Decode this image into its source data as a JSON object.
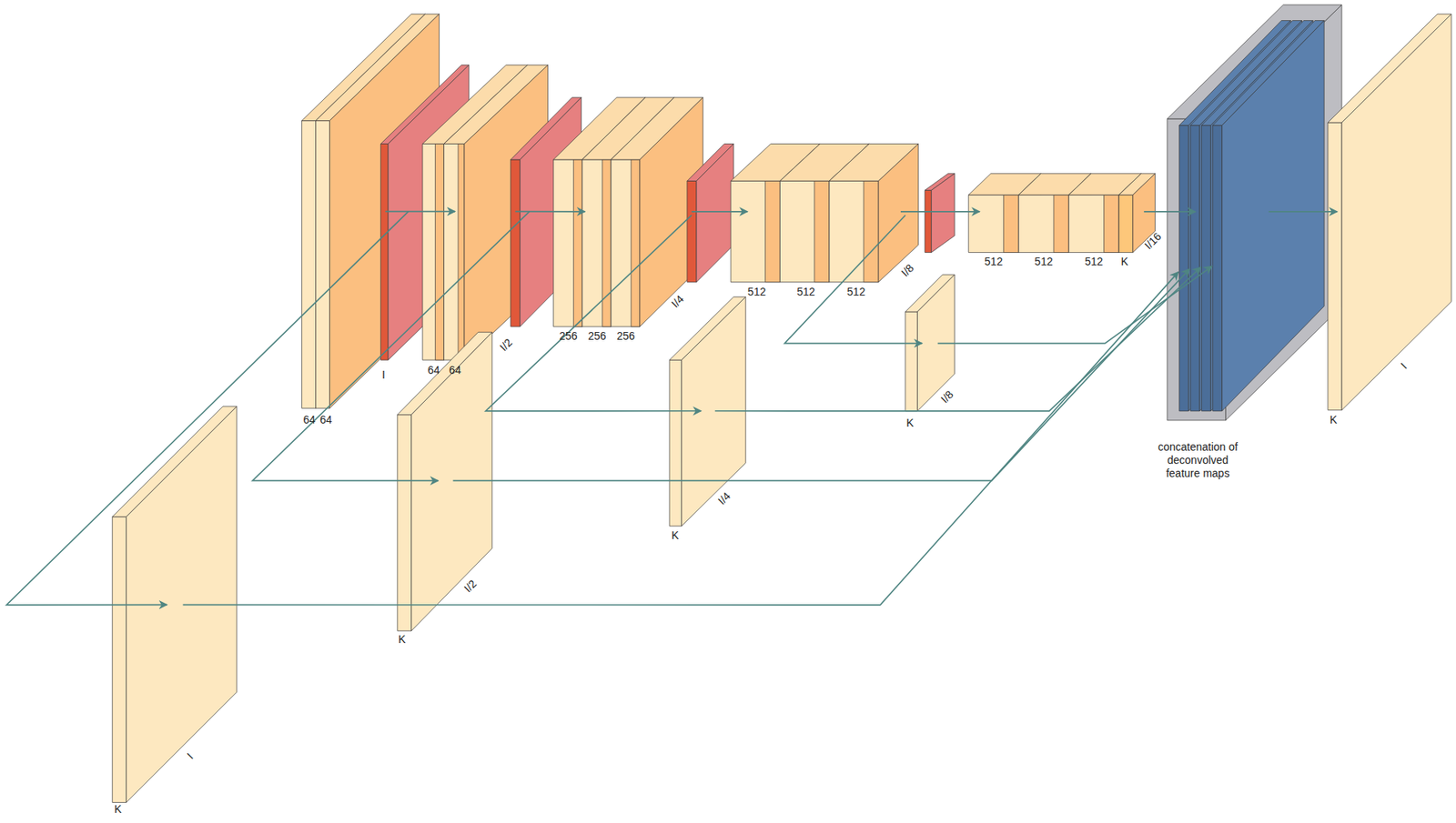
{
  "diagram": {
    "nodes": [
      {
        "text": [
          "64",
          "64",
          "I"
        ]
      },
      {
        "text": [
          "64",
          "64",
          "I/2"
        ]
      },
      {
        "text": [
          "256",
          "256",
          "256",
          "I/4"
        ]
      },
      {
        "text": [
          "512",
          "512",
          "512",
          "I/8"
        ]
      },
      {
        "text": [
          "512",
          "512",
          "512",
          "K",
          "I/16"
        ]
      },
      {
        "text": [
          "K",
          "I/8"
        ]
      },
      {
        "text": [
          "K",
          "I/4"
        ]
      },
      {
        "text": [
          "K",
          "I/2"
        ]
      },
      {
        "text": [
          "K",
          "I"
        ]
      },
      {
        "text": [
          "concatenation of deconvolved feature maps"
        ]
      },
      {
        "text": [
          "K",
          "I"
        ]
      }
    ],
    "edges": [
      {
        "from": 0,
        "to": 1,
        "arrow": "to"
      },
      {
        "from": 1,
        "to": 2,
        "arrow": "to"
      },
      {
        "from": 2,
        "to": 3,
        "arrow": "to"
      },
      {
        "from": 3,
        "to": 4,
        "arrow": "to"
      },
      {
        "from": 4,
        "to": 9,
        "arrow": "to"
      },
      {
        "from": 9,
        "to": 10,
        "arrow": "to"
      },
      {
        "from": 0,
        "to": 8,
        "arrow": "to"
      },
      {
        "from": 8,
        "to": 9,
        "arrow": "to"
      },
      {
        "from": 1,
        "to": 7,
        "arrow": "to"
      },
      {
        "from": 7,
        "to": 9,
        "arrow": "to"
      },
      {
        "from": 2,
        "to": 6,
        "arrow": "to"
      },
      {
        "from": 6,
        "to": 9,
        "arrow": "to"
      },
      {
        "from": 3,
        "to": 5,
        "arrow": "to"
      },
      {
        "from": 5,
        "to": 9,
        "arrow": "to"
      }
    ]
  }
}
